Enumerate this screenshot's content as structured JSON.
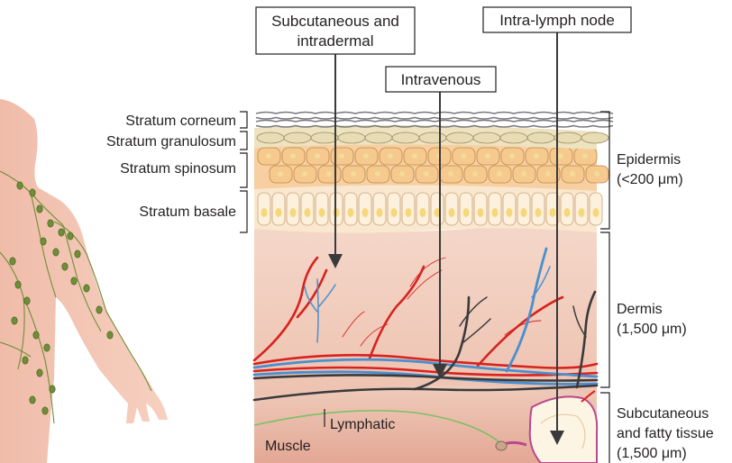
{
  "routes": {
    "subcutaneous_intradermal": [
      "Subcutaneous and",
      "intradermal"
    ],
    "intravenous": "Intravenous",
    "intra_lymph_node": "Intra-lymph node"
  },
  "epidermis_layers": {
    "corneum": "Stratum corneum",
    "granulosum": "Stratum granulosum",
    "spinosum": "Stratum spinosum",
    "basale": "Stratum basale"
  },
  "regions": {
    "epidermis": [
      "Epidermis",
      "(<200 μm)"
    ],
    "dermis": [
      "Dermis",
      "(1,500 μm)"
    ],
    "subcutaneous": [
      "Subcutaneous",
      "and fatty tissue",
      "(1,500 μm)"
    ]
  },
  "structures": {
    "lymphatic": "Lymphatic",
    "muscle": "Muscle"
  },
  "colors": {
    "arteries": "#d7231f",
    "veins": "#4a8fce",
    "dark_vessels": "#3a3a3c",
    "lymphatic": "#7cc064",
    "lymph_node_fill": "#6e8f36",
    "dermis": "#f3d3c3",
    "epidermis_cells": "#f6c98f",
    "body_silhouette": "#f2c3b1"
  }
}
